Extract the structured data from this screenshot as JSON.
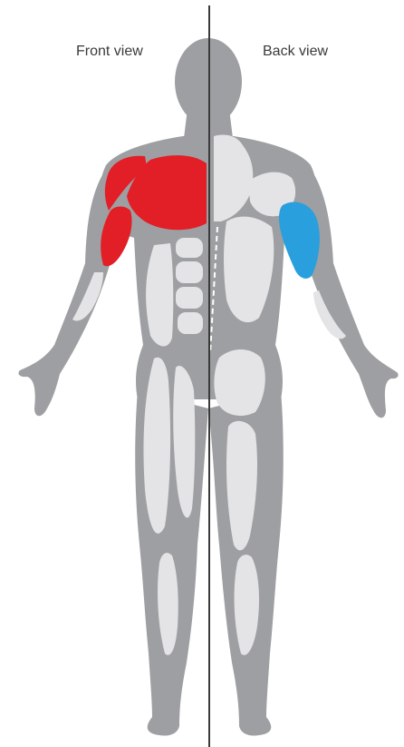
{
  "labels": {
    "front": "Front view",
    "back": "Back view"
  },
  "colors": {
    "background": "#ffffff",
    "body": "#9e9fa2",
    "muscle": "#e4e4e6",
    "highlight_primary": "#e21e26",
    "highlight_secondary": "#2a9fdd",
    "divider": "#3a3a3a"
  },
  "highlighted_muscles": [
    {
      "view": "front",
      "muscle": "shoulder",
      "color": "#e21e26"
    },
    {
      "view": "front",
      "muscle": "chest",
      "color": "#e21e26"
    },
    {
      "view": "front",
      "muscle": "upper arm",
      "color": "#e21e26"
    },
    {
      "view": "back",
      "muscle": "upper arm",
      "color": "#2a9fdd"
    }
  ]
}
